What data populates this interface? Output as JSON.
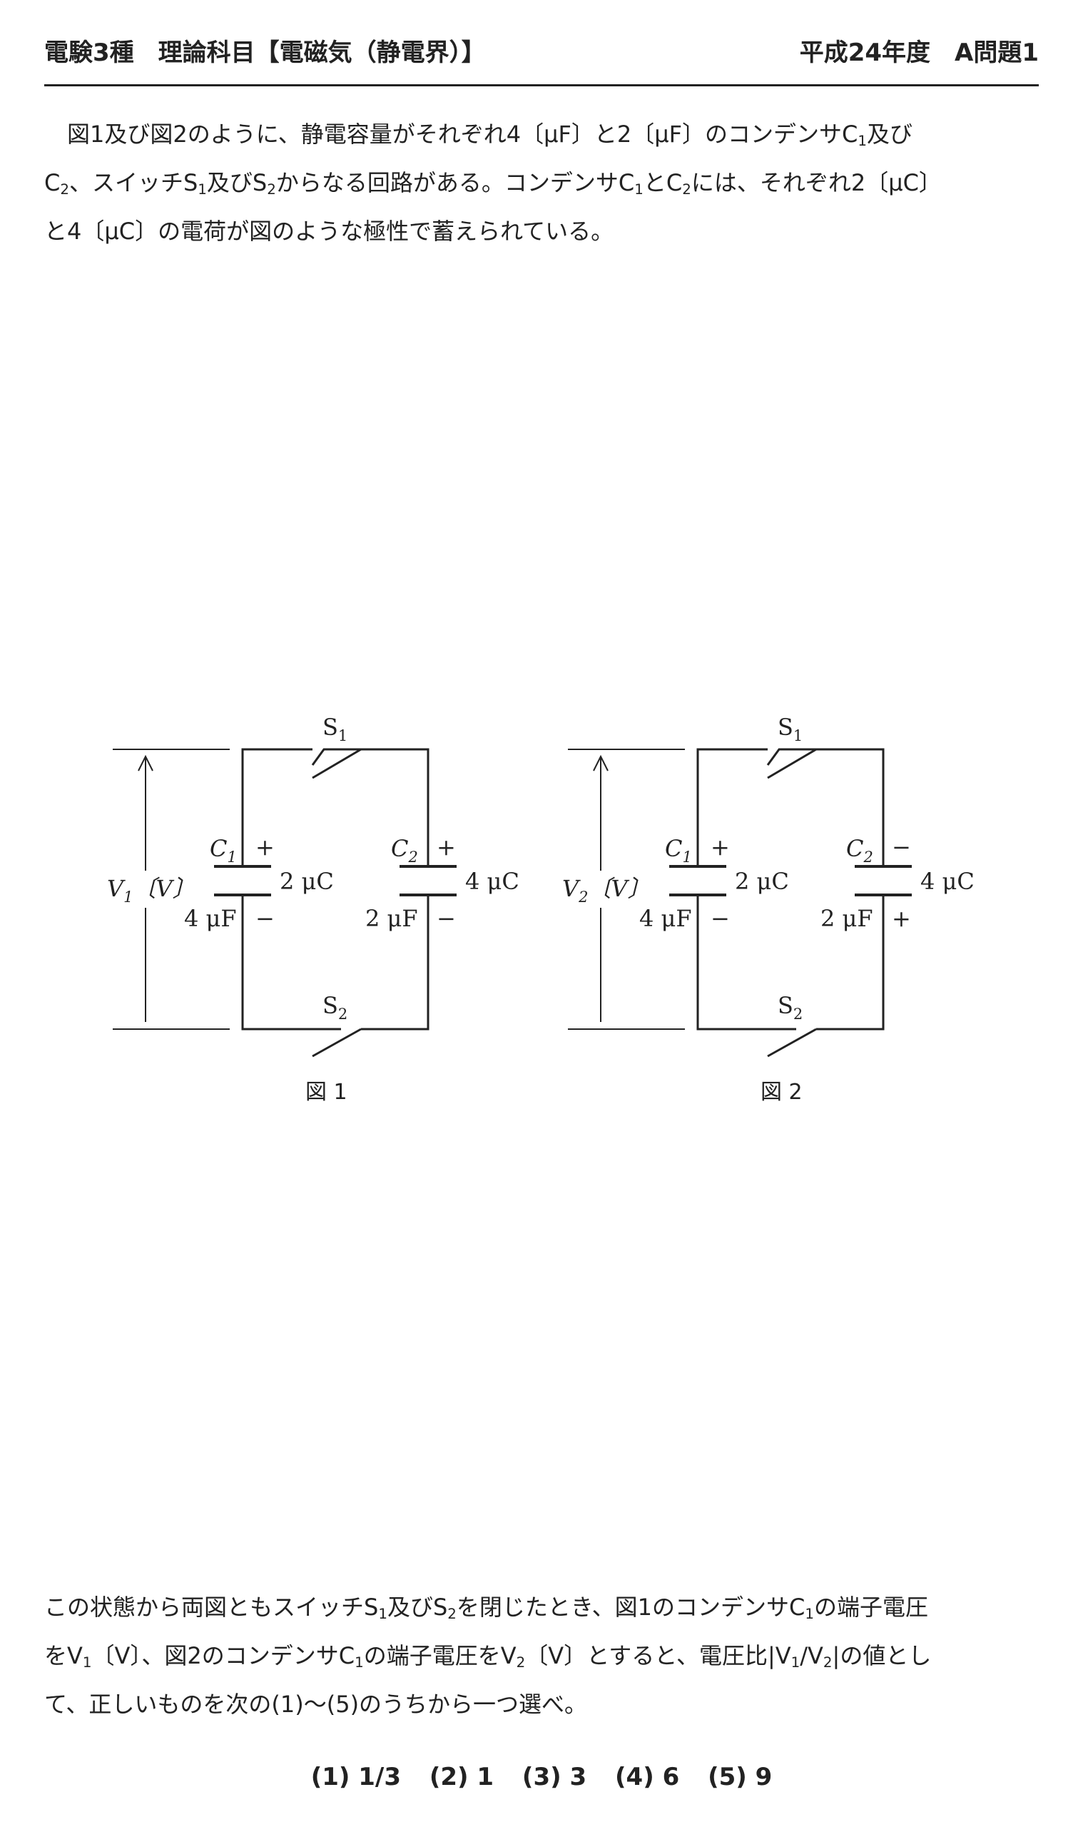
{
  "header": {
    "left": "電験3種　理論科目【電磁気（静電界）】",
    "right": "平成24年度　A問題1"
  },
  "intro": {
    "l1a": "図1及び図2のように、静電容量がそれぞれ4〔μF〕と2〔μF〕のコンデンサC",
    "l1s": "1",
    "l1b": "及び",
    "l2a": "C",
    "l2s1": "2",
    "l2b": "、スイッチS",
    "l2s2": "1",
    "l2c": "及びS",
    "l2s3": "2",
    "l2d": "からなる回路がある。コンデンサC",
    "l2s4": "1",
    "l2e": "とC",
    "l2s5": "2",
    "l2f": "には、それぞれ2〔μC〕",
    "l3": "と4〔μC〕の電荷が図のような極性で蓄えられている。"
  },
  "figures": {
    "fig1": {
      "caption": "図 1",
      "switch_top": "S",
      "switch_top_sub": "1",
      "switch_bottom": "S",
      "switch_bottom_sub": "2",
      "voltage": "V",
      "voltage_sub": "1",
      "voltage_unit": "〔V〕",
      "c_left": "C",
      "c_left_sub": "1",
      "c_left_value": "4 μF",
      "c_left_charge": "2 μC",
      "c_left_top": "+",
      "c_left_bottom": "−",
      "c_right": "C",
      "c_right_sub": "2",
      "c_right_value": "2 μF",
      "c_right_charge": "4 μC",
      "c_right_top": "+",
      "c_right_bottom": "−"
    },
    "fig2": {
      "caption": "図 2",
      "switch_top": "S",
      "switch_top_sub": "1",
      "switch_bottom": "S",
      "switch_bottom_sub": "2",
      "voltage": "V",
      "voltage_sub": "2",
      "voltage_unit": "〔V〕",
      "c_left": "C",
      "c_left_sub": "1",
      "c_left_value": "4 μF",
      "c_left_charge": "2 μC",
      "c_left_top": "+",
      "c_left_bottom": "−",
      "c_right": "C",
      "c_right_sub": "2",
      "c_right_value": "2 μF",
      "c_right_charge": "4 μC",
      "c_right_top": "−",
      "c_right_bottom": "+"
    }
  },
  "question": {
    "l1a": "この状態から両図ともスイッチS",
    "l1s1": "1",
    "l1b": "及びS",
    "l1s2": "2",
    "l1c": "を閉じたとき、図1のコンデンサC",
    "l1s3": "1",
    "l1d": "の端子電圧",
    "l2a": "をV",
    "l2s1": "1",
    "l2b": "〔V〕、図2のコンデンサC",
    "l2s2": "1",
    "l2c": "の端子電圧をV",
    "l2s3": "2",
    "l2d": "〔V〕とすると、電圧比|V",
    "l2s4": "1",
    "l2e": "/V",
    "l2s5": "2",
    "l2f": "|の値とし",
    "l3": "て、正しいものを次の(1)〜(5)のうちから一つ選べ。"
  },
  "choices": [
    "(1) 1/3",
    "(2) 1",
    "(3) 3",
    "(4) 6",
    "(5) 9"
  ]
}
